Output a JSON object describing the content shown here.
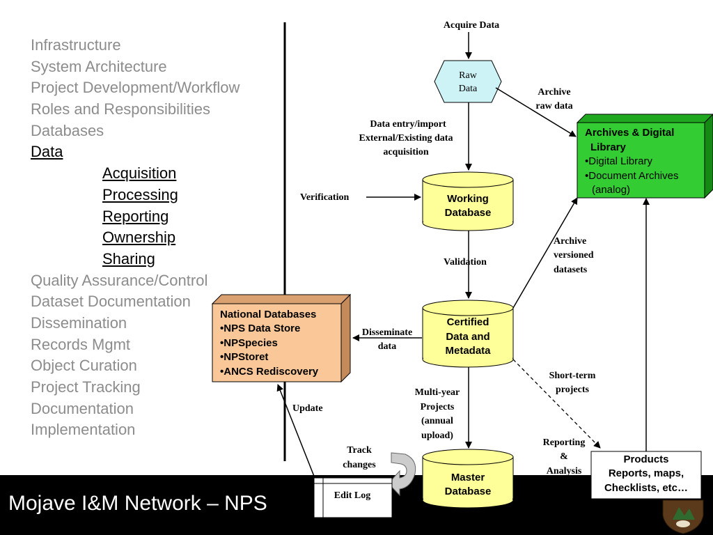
{
  "nav": {
    "items": [
      {
        "label": "Infrastructure"
      },
      {
        "label": "System Architecture"
      },
      {
        "label": "Project Development/Workflow"
      },
      {
        "label": "Roles and Responsibilities"
      },
      {
        "label": "Databases"
      },
      {
        "label": "Data",
        "current": true
      },
      {
        "label": "Acquisition",
        "sub": true
      },
      {
        "label": "Processing",
        "sub": true
      },
      {
        "label": "Reporting",
        "sub": true
      },
      {
        "label": "Ownership",
        "sub": true
      },
      {
        "label": "Sharing",
        "sub": true
      },
      {
        "label": "Quality Assurance/Control"
      },
      {
        "label": "Dataset Documentation"
      },
      {
        "label": "Dissemination"
      },
      {
        "label": "Records Mgmt"
      },
      {
        "label": "Object Curation"
      },
      {
        "label": "Project Tracking"
      },
      {
        "label": "Documentation"
      },
      {
        "label": "Implementation"
      }
    ]
  },
  "footer": {
    "title": "Mojave I&M Network – NPS"
  },
  "diagram": {
    "acquire": "Acquire Data",
    "raw": {
      "l1": "Raw",
      "l2": "Data"
    },
    "archive_raw": {
      "l1": "Archive",
      "l2": "raw data"
    },
    "entry": {
      "l1": "Data entry/import",
      "l2": "External/Existing data",
      "l3": "acquisition"
    },
    "verification": "Verification",
    "working": {
      "l1": "Working",
      "l2": "Database"
    },
    "validation": "Validation",
    "archives": {
      "l1": "Archives & Digital",
      "l2": "Library",
      "b1": "•Digital Library",
      "b2": "•Document Archives",
      "b3": "(analog)"
    },
    "archive_ver": {
      "l1": "Archive",
      "l2": "versioned",
      "l3": "datasets"
    },
    "certified": {
      "l1": "Certified",
      "l2": "Data and",
      "l3": "Metadata"
    },
    "national": {
      "title": "National Databases",
      "i1": "•NPS Data Store",
      "i2": "•NPSpecies",
      "i3": "•NPStoret",
      "i4": "•ANCS Rediscovery"
    },
    "disseminate": {
      "l1": "Disseminate",
      "l2": "data"
    },
    "shortterm": {
      "l1": "Short-term",
      "l2": "projects"
    },
    "multiyear": {
      "l1": "Multi-year",
      "l2": "Projects",
      "l3": "(annual",
      "l4": "upload)"
    },
    "update": "Update",
    "track": {
      "l1": "Track",
      "l2": "changes"
    },
    "reporting": {
      "l1": "Reporting",
      "l2": "&",
      "l3": "Analysis"
    },
    "master": {
      "l1": "Master",
      "l2": "Database"
    },
    "editlog": "Edit Log",
    "products": {
      "l1": "Products",
      "l2": "Reports, maps,",
      "l3": "Checklists, etc…"
    }
  }
}
